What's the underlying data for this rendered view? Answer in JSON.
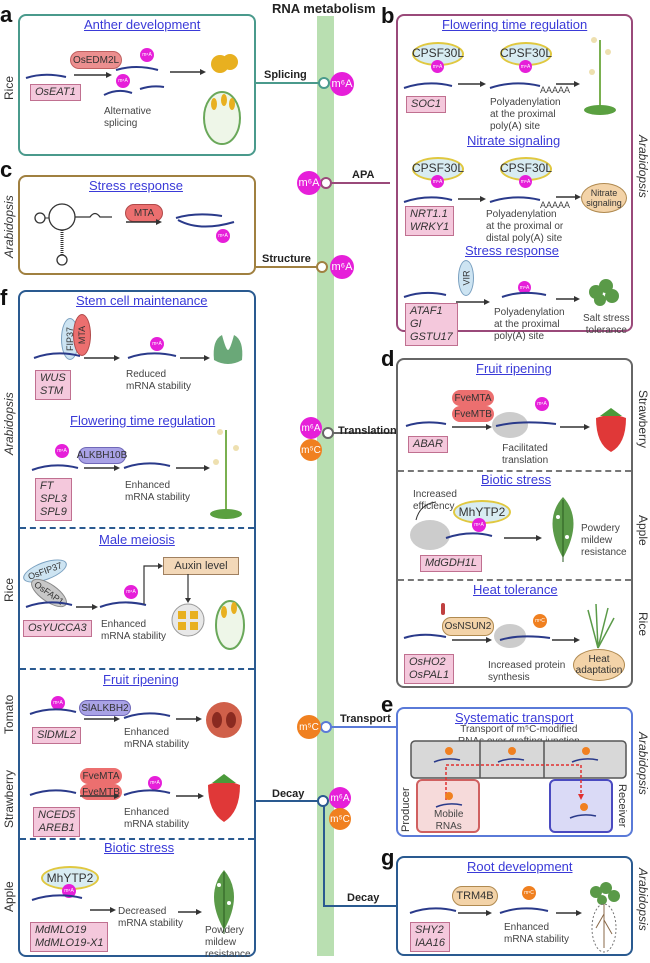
{
  "header": {
    "title": "RNA metabolism"
  },
  "colors": {
    "spine": "#b9dfb1",
    "m6a": "#e61fd9",
    "m5c": "#f08020",
    "panel_a": "#4a9a8c",
    "panel_b": "#9a4a7a",
    "panel_c": "#a08040",
    "panel_d": "#666666",
    "panel_e": "#5a7ad8",
    "panel_f": "#2a5a90",
    "panel_g": "#2a5a90",
    "title_link": "#3a3ad8",
    "gene_box": "#f4c8dc"
  },
  "marks": {
    "m6a": "m⁶A",
    "m5c": "m⁵C"
  },
  "processes": {
    "splicing": "Splicing",
    "apa": "APA",
    "structure": "Structure",
    "translation": "Translation",
    "transport": "Transport",
    "decay1": "Decay",
    "decay2": "Decay"
  },
  "panels": {
    "a": {
      "letter": "a",
      "species": "Rice",
      "title": "Anther development",
      "enzyme": "OsEDM2L",
      "gene": "OsEAT1",
      "caption": "Alternative\nsplicing"
    },
    "b": {
      "letter": "b",
      "species": "Arabidopsis",
      "sections": [
        {
          "title": "Flowering time regulation",
          "reader": "CPSF30L",
          "gene": "SOC1",
          "polyA": "AAAAA",
          "caption": "Polyadenylation\nat the proximal\npoly(A) site"
        },
        {
          "title": "Nitrate signaling",
          "reader": "CPSF30L",
          "gene": "NRT1.1\nWRKY1",
          "polyA": "AAAAA",
          "caption": "Polyadenylation\nat the proximal or\ndistal poly(A) site",
          "outcome": "Nitrate\nsignaling"
        },
        {
          "title": "Stress response",
          "writer": "VIR",
          "gene": "ATAF1\nGI\nGSTU17",
          "caption": "Polyadenylation\nat the proximal\npoly(A) site",
          "outcome": "Salt stress\ntolerance"
        }
      ]
    },
    "c": {
      "letter": "c",
      "species": "Arabidopsis",
      "title": "Stress response",
      "enzyme": "MTA"
    },
    "d": {
      "letter": "d",
      "sections": [
        {
          "title": "Fruit ripening",
          "species": "Strawberry",
          "enzymes": [
            "FveMTA",
            "FveMTB"
          ],
          "gene": "ABAR",
          "caption": "Facilitated\ntranslation"
        },
        {
          "title": "Biotic stress",
          "species": "Apple",
          "reader": "MhYTP2",
          "note": "Increased\nefficiency",
          "gene": "MdGDH1L",
          "outcome": "Powdery\nmildew\nresistance"
        },
        {
          "title": "Heat tolerance",
          "species": "Rice",
          "enzyme": "OsNSUN2",
          "gene": "OsHO2\nOsPAL1",
          "caption": "Increased protein\nsynthesis",
          "outcome": "Heat\nadaptation"
        }
      ]
    },
    "e": {
      "letter": "e",
      "species": "Arabidopsis",
      "title": "Systematic transport",
      "caption": "Transport of m⁵C-modified\nRNAs over grafting junction",
      "producer": "Producer",
      "receiver": "Receiver",
      "mobile": "Mobile\nRNAs"
    },
    "f": {
      "letter": "f",
      "sections": [
        {
          "title": "Stem cell maintenance",
          "species": "Arabidopsis",
          "writers": [
            "FIP37",
            "MTA"
          ],
          "gene": "WUS\nSTM",
          "caption": "Reduced\nmRNA stability"
        },
        {
          "title": "Flowering time regulation",
          "eraser": "ALKBH10B",
          "gene": "FT\nSPL3\nSPL9",
          "caption": "Enhanced\nmRNA stability"
        },
        {
          "title": "Male meiosis",
          "species": "Rice",
          "writers": [
            "OsFIP37",
            "OsFAP1"
          ],
          "gene": "OsYUCCA3",
          "caption": "Enhanced\nmRNA stability",
          "outcome": "Auxin level"
        },
        {
          "title": "Fruit ripening",
          "species": "Tomato",
          "eraser": "SlALKBH2",
          "gene": "SlDML2",
          "caption": "Enhanced\nmRNA stability"
        },
        {
          "species": "Strawberry",
          "enzymes": [
            "FveMTA",
            "FveMTB"
          ],
          "gene": "NCED5\nAREB1",
          "caption": "Enhanced\nmRNA stability"
        },
        {
          "title": "Biotic stress",
          "species": "Apple",
          "reader": "MhYTP2",
          "gene": "MdMLO19\nMdMLO19-X1",
          "caption": "Decreased\nmRNA stability",
          "outcome": "Powdery\nmildew\nresistance"
        }
      ]
    },
    "g": {
      "letter": "g",
      "species": "Arabidopsis",
      "title": "Root development",
      "enzyme": "TRM4B",
      "gene": "SHY2\nIAA16",
      "caption": "Enhanced\nmRNA stability"
    }
  }
}
